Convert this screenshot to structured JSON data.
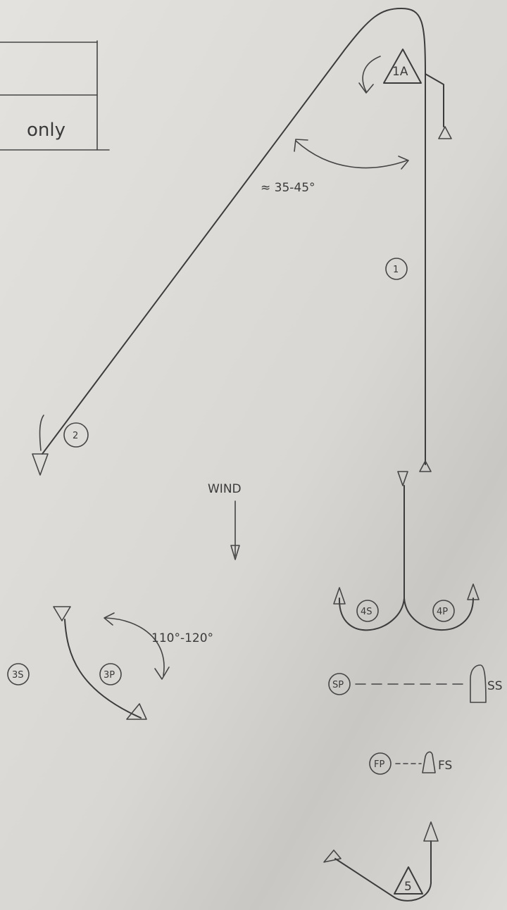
{
  "title": "",
  "box": {
    "label": "only"
  },
  "angle_top": "≈ 35-45°",
  "angle_mid": "110°-120°",
  "wind": "WIND",
  "legs": {
    "one": "1",
    "one_a": "1A",
    "two": "2",
    "three_s": "3S",
    "three_p": "3P",
    "four_s": "4S",
    "four_p": "4P",
    "five": "5",
    "s_p": "SP",
    "f_p": "FP"
  },
  "marks": {
    "ss": "SS",
    "fs": "FS"
  },
  "colors": {
    "paper": "#dcdad6",
    "ink": "#3c3c3c"
  }
}
